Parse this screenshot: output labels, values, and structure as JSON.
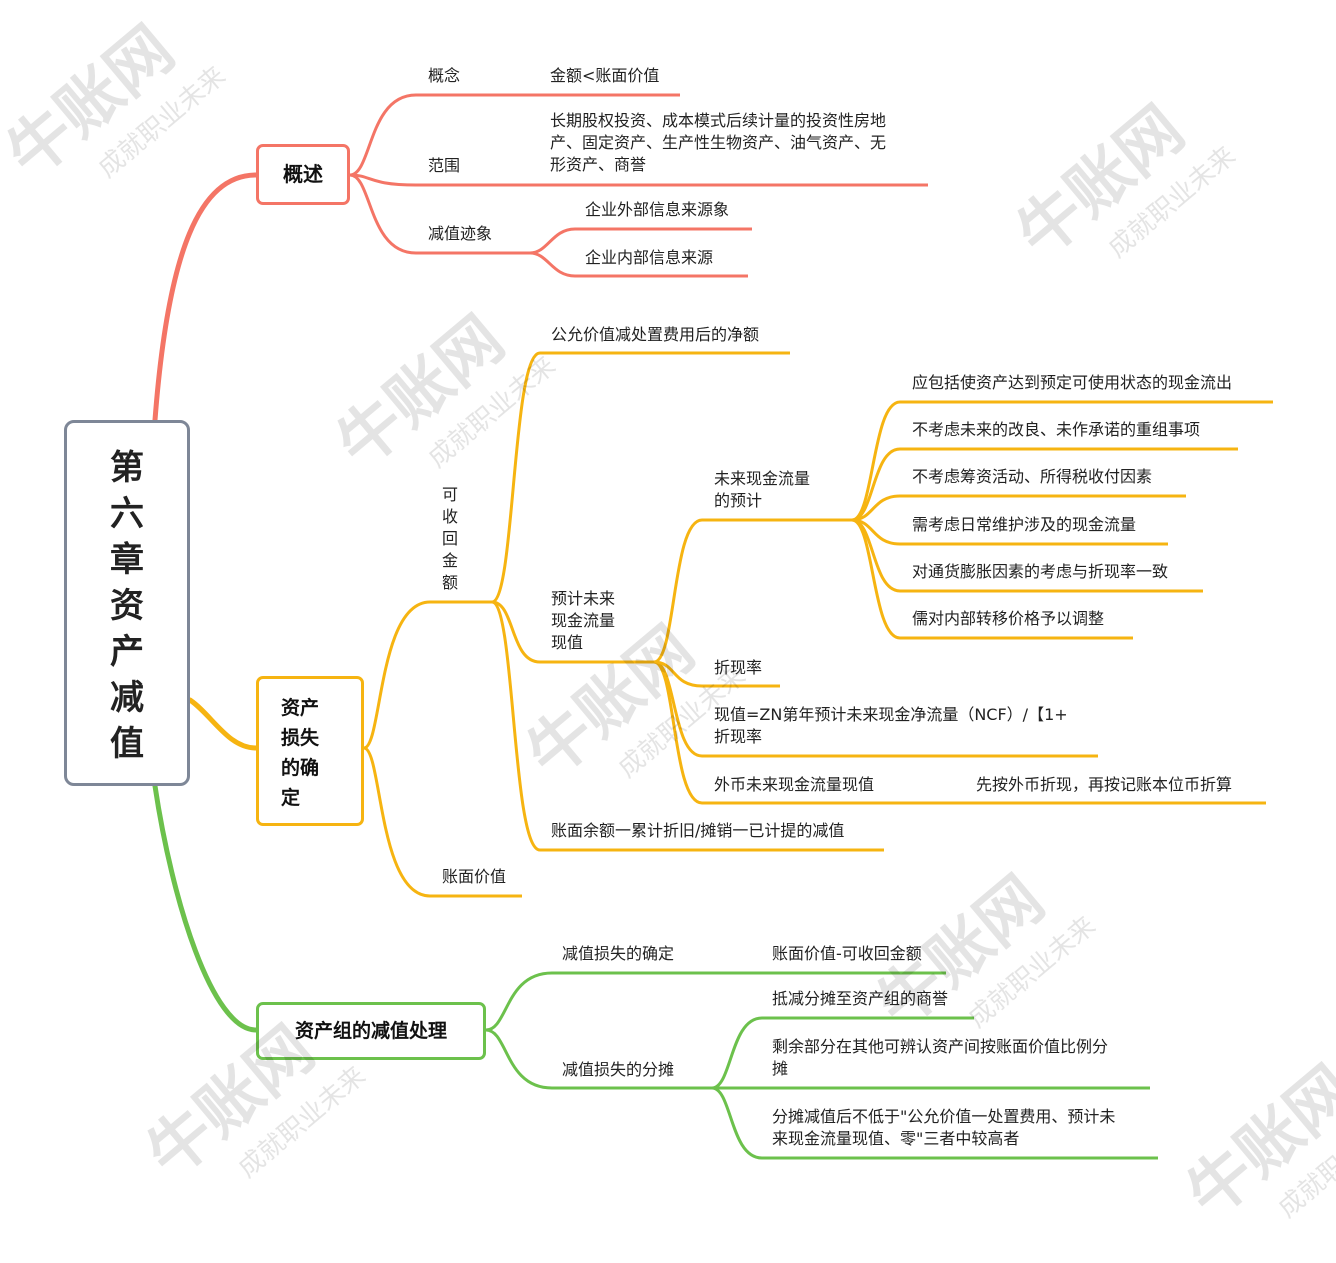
{
  "colors": {
    "overview": "#f47566",
    "asset": "#f6b411",
    "group": "#6cc14c",
    "root": "#7e8797"
  },
  "root": {
    "title": "第六章资产减值"
  },
  "overview": {
    "title": "概述",
    "concept": {
      "label": "概念",
      "detail": "金额<账面价值"
    },
    "scope": {
      "label": "范围",
      "detail": "长期股权投资、成本模式后续计量的投资性房地\n产、固定资产、生产性生物资产、油气资产、无\n形资产、商誉"
    },
    "signs": {
      "label": "减值迹象",
      "external": "企业外部信息来源象",
      "internal": "企业内部信息来源"
    }
  },
  "asset_loss": {
    "title": "资产\n损失\n的确\n定",
    "recoverable": {
      "label": "可\n收\n回\n金\n额",
      "fair_value": "公允价值减处置费用后的净额",
      "pv": {
        "label": "预计未来\n现金流量\n现值",
        "cashflow": {
          "label": "未来现金流量\n的预计",
          "items": [
            "应包括使资产达到预定可使用状态的现金流出",
            "不考虑未来的改良、未作承诺的重组事项",
            "不考虑筹资活动、所得税收付因素",
            "需考虑日常维护涉及的现金流量",
            "对通货膨胀因素的考虑与折现率一致",
            "儒对内部转移价格予以调整"
          ]
        },
        "discount_rate": "折现率",
        "formula": "现值=ZN第年预计未来现金净流量（NCF）/【1+\n折现率",
        "foreign": {
          "label": "外币未来现金流量现值",
          "detail": "先按外币折现，再按记账本位币折算"
        }
      },
      "book_balance": "账面余额一累计折旧/摊销一已计提的减值"
    },
    "book_value": "账面价值"
  },
  "group": {
    "title": "资产组的减值处理",
    "determine": {
      "label": "减值损失的确定",
      "detail": "账面价值-可收回金额"
    },
    "allocate": {
      "label": "减值损失的分摊",
      "items": [
        "抵减分摊至资产组的商誉",
        "剩余部分在其他可辨认资产间按账面价值比例分\n摊",
        "分摊减值后不低于\"公允价值一处置费用、预计未\n来现金流量现值、零\"三者中较高者"
      ]
    }
  },
  "watermark": {
    "brand": "牛账网",
    "slogan": "成就职业未来"
  }
}
